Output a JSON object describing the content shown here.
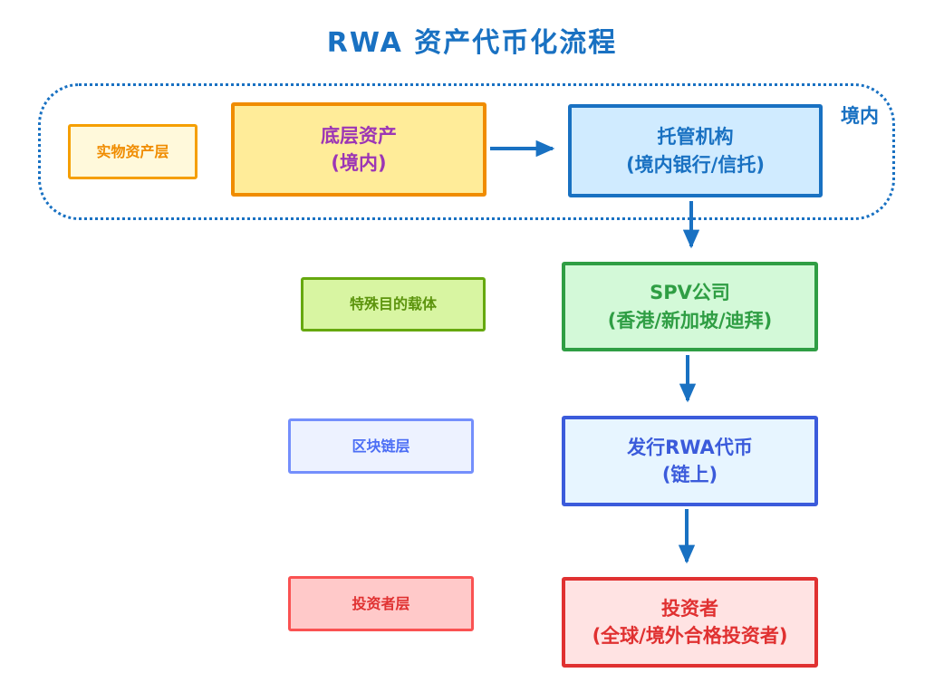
{
  "title": "RWA 资产代币化流程",
  "domestic_zone": {
    "label": "境内"
  },
  "layer_labels": {
    "physical_asset": "实物资产层",
    "spv": "特殊目的载体",
    "blockchain": "区块链层",
    "investor": "投资者层"
  },
  "nodes": {
    "underlying_asset": {
      "title": "底层资产",
      "subtitle": "(境内)"
    },
    "custodian": {
      "title": "托管机构",
      "subtitle": "(境内银行/信托)"
    },
    "spv": {
      "title": "SPV公司",
      "subtitle": "(香港/新加坡/迪拜)"
    },
    "token_issuance": {
      "title": "发行RWA代币",
      "subtitle": "(链上)"
    },
    "investors": {
      "title": "投资者",
      "subtitle": "(全球/境外合格投资者)"
    }
  },
  "colors": {
    "title_text": "#1971c2",
    "arrow": "#1971c2",
    "zone_border": "#1971c2",
    "orange_border": "#f08c00",
    "yellow_fill": "#ffec99",
    "cream_fill": "#fff9db",
    "purple_text": "#9c36b5",
    "blue_border": "#1971c2",
    "blue_fill": "#d0ebff",
    "green_border": "#2f9e44",
    "green_fill": "#d3f9d8",
    "olive_border": "#66a80f",
    "olive_fill": "#d8f5a2",
    "royal_border": "#3b5bdb",
    "lightblue_fill": "#e7f5ff",
    "periwinkle_border": "#748ffc",
    "periwinkle_fill": "#edf2ff",
    "red_border": "#e03131",
    "pink_fill": "#ffe3e3",
    "pink_layer_fill": "#ffc9c9"
  }
}
